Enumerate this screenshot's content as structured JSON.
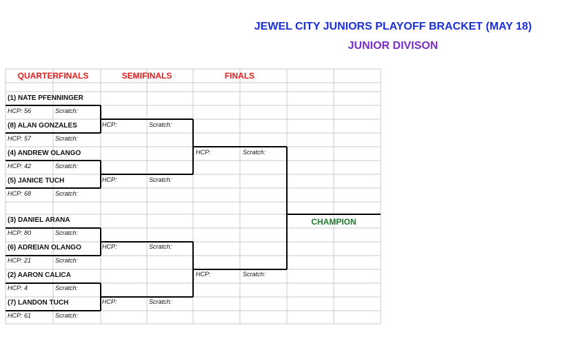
{
  "title": "JEWEL CITY JUNIORS PLAYOFF BRACKET (MAY 18)",
  "subtitle": "JUNIOR DIVISON",
  "headers": {
    "quarterfinals": "QUARTERFINALS",
    "semifinals": "SEMIFINALS",
    "finals": "FINALS"
  },
  "labels": {
    "hcp": "HCP:",
    "scratch": "Scratch:",
    "champion": "CHAMPION"
  },
  "players": [
    {
      "name": "(1) NATE PFENNINGER",
      "hcp": "HCP: 56"
    },
    {
      "name": "(8) ALAN GONZALES",
      "hcp": "HCP: 57"
    },
    {
      "name": "(4) ANDREW OLANGO",
      "hcp": "HCP: 42"
    },
    {
      "name": "(5) JANICE TUCH",
      "hcp": "HCP: 68"
    },
    {
      "name": "(3) DANIEL ARANA",
      "hcp": "HCP: 80"
    },
    {
      "name": "(6) ADREIAN OLANGO",
      "hcp": "HCP: 21"
    },
    {
      "name": "(2) AARON CALICA",
      "hcp": "HCP: 4"
    },
    {
      "name": "(7) LANDON TUCH",
      "hcp": "HCP: 61"
    }
  ],
  "colors": {
    "title": "#1a2fd6",
    "subtitle": "#7a2fc4",
    "header": "#e21b1b",
    "champion": "#1e7d2a",
    "grid": "#c8c8c8"
  }
}
